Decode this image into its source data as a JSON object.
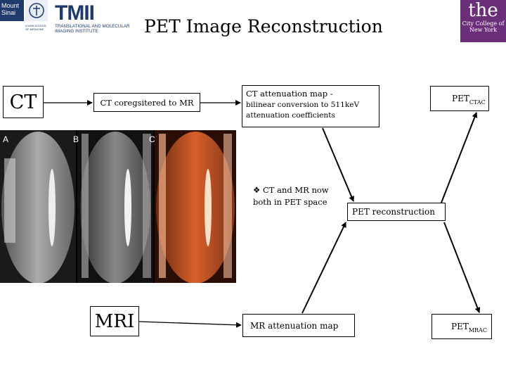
{
  "header": {
    "title": "PET Image Reconstruction",
    "logos": {
      "mount_sinai": "Mount Sinai",
      "seal_sub": "ICAHN SCHOOL OF MEDICINE",
      "tmii_mark": "TMII",
      "tmii_sub": "TRANSLATIONAL AND MOLECULAR IMAGING INSTITUTE",
      "ccny_big": "the",
      "ccny_small": "City College of New York"
    }
  },
  "boxes": {
    "ct": "CT",
    "ct_coreg": "CT coregsitered to MR",
    "ct_att_line1": "CT attenuation map -",
    "ct_att_line2": "bilinear conversion to 511keV attenuation coefficients",
    "pet_ctac_base": "PET",
    "pet_ctac_sub": "CTAC",
    "mri": "MRI",
    "mr_att": "MR attenuation map",
    "pet_mrac_base": "PET",
    "pet_mrac_sub": "MRAC",
    "pet_recon": "PET reconstruction"
  },
  "note": {
    "bullet": "❖",
    "text": "CT and MR now both in PET space"
  },
  "image_panels": [
    "A",
    "B",
    "C"
  ],
  "colors": {
    "brand_navy": "#1f3a6b",
    "ccny_purple": "#6b2f7a",
    "overlay_orange": "#d9602a"
  }
}
